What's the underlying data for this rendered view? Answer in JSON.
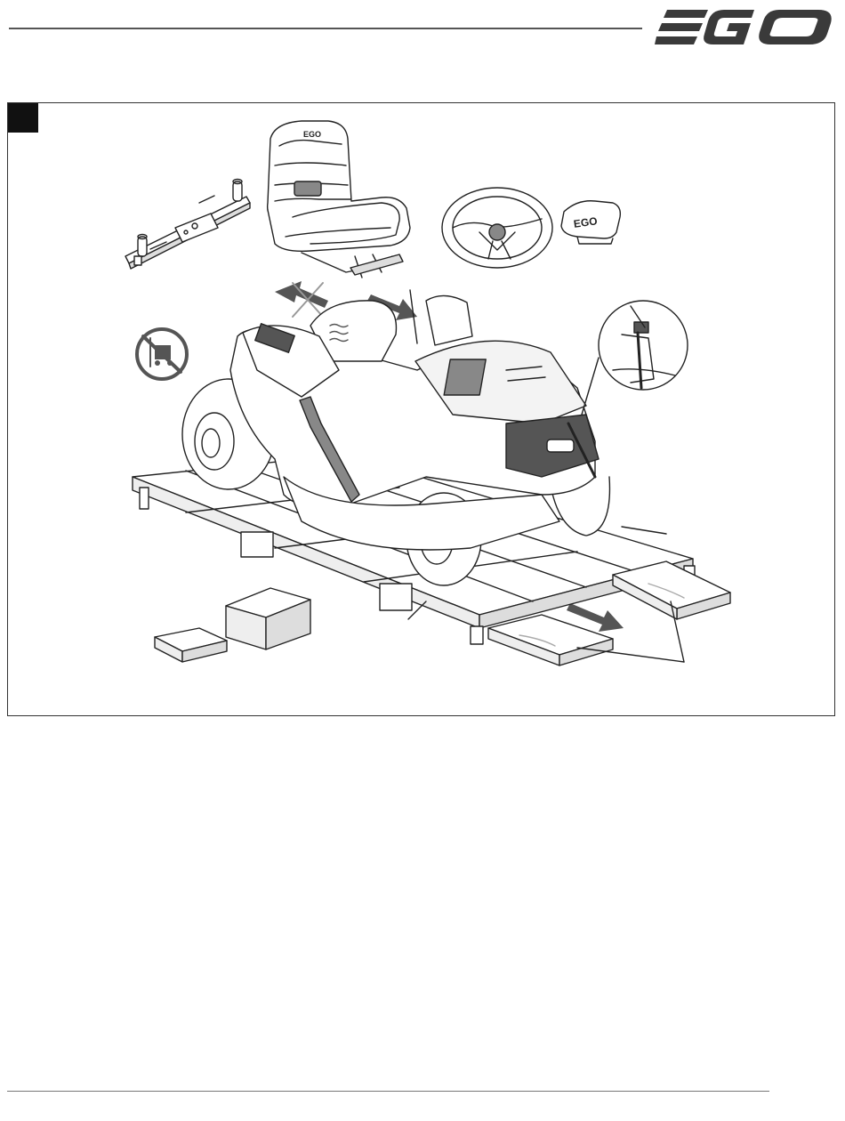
{
  "header": {
    "logo_text": "EGO"
  },
  "figure": {
    "number": "",
    "parts": [
      {
        "id": "seat-bracket",
        "icon": "seat-bracket-icon"
      },
      {
        "id": "seat",
        "icon": "seat-icon",
        "logo_text": "EGO"
      },
      {
        "id": "steering-wheel",
        "icon": "steering-wheel-icon"
      },
      {
        "id": "steering-cap",
        "icon": "steering-cap-icon",
        "logo_text": "EGO"
      },
      {
        "id": "no-forklift",
        "icon": "no-forklift-icon"
      },
      {
        "id": "small-box",
        "icon": "box-icon"
      },
      {
        "id": "large-box",
        "icon": "box-icon"
      },
      {
        "id": "ramp-boards",
        "icon": "ramp-icon"
      }
    ],
    "colors": {
      "line": "#222222",
      "fill_dark": "#3a3a3a",
      "fill_mid": "#8a8a8a",
      "prohibited": "#555555"
    }
  }
}
